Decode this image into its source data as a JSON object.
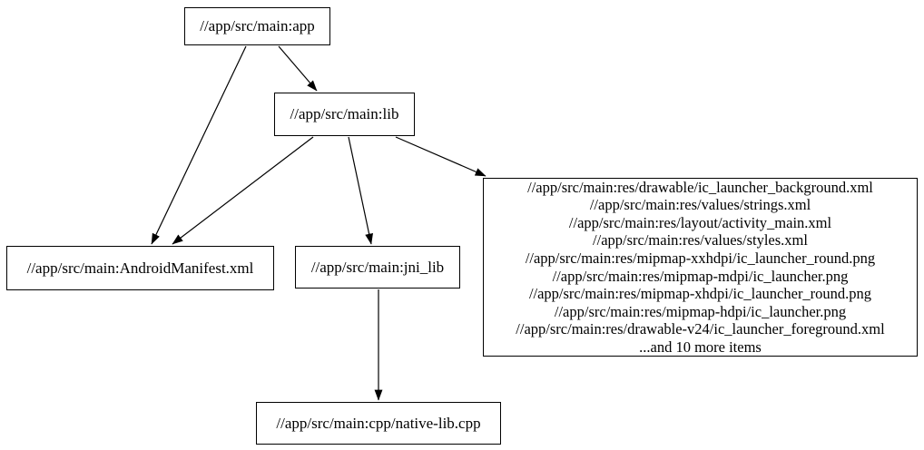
{
  "graph": {
    "type": "directed-dependency-graph",
    "nodes": {
      "app": {
        "label": "//app/src/main:app"
      },
      "lib": {
        "label": "//app/src/main:lib"
      },
      "android_manifest": {
        "label": "//app/src/main:AndroidManifest.xml"
      },
      "jni_lib": {
        "label": "//app/src/main:jni_lib"
      },
      "res_group": {
        "lines": [
          "//app/src/main:res/drawable/ic_launcher_background.xml",
          "//app/src/main:res/values/strings.xml",
          "//app/src/main:res/layout/activity_main.xml",
          "//app/src/main:res/values/styles.xml",
          "//app/src/main:res/mipmap-xxhdpi/ic_launcher_round.png",
          "//app/src/main:res/mipmap-mdpi/ic_launcher.png",
          "//app/src/main:res/mipmap-xhdpi/ic_launcher_round.png",
          "//app/src/main:res/mipmap-hdpi/ic_launcher.png",
          "//app/src/main:res/drawable-v24/ic_launcher_foreground.xml",
          "...and 10 more items"
        ]
      },
      "native_cpp": {
        "label": "//app/src/main:cpp/native-lib.cpp"
      }
    },
    "edges": [
      {
        "from": "//app/src/main:app",
        "to": "//app/src/main:lib"
      },
      {
        "from": "//app/src/main:app",
        "to": "//app/src/main:AndroidManifest.xml"
      },
      {
        "from": "//app/src/main:lib",
        "to": "//app/src/main:AndroidManifest.xml"
      },
      {
        "from": "//app/src/main:lib",
        "to": "//app/src/main:jni_lib"
      },
      {
        "from": "//app/src/main:lib",
        "to": "res_group"
      },
      {
        "from": "//app/src/main:jni_lib",
        "to": "//app/src/main:cpp/native-lib.cpp"
      }
    ],
    "colors": {
      "background": "#ffffff",
      "node_fill": "#ffffff",
      "node_border": "#000000",
      "edge": "#000000",
      "text": "#000000"
    }
  }
}
